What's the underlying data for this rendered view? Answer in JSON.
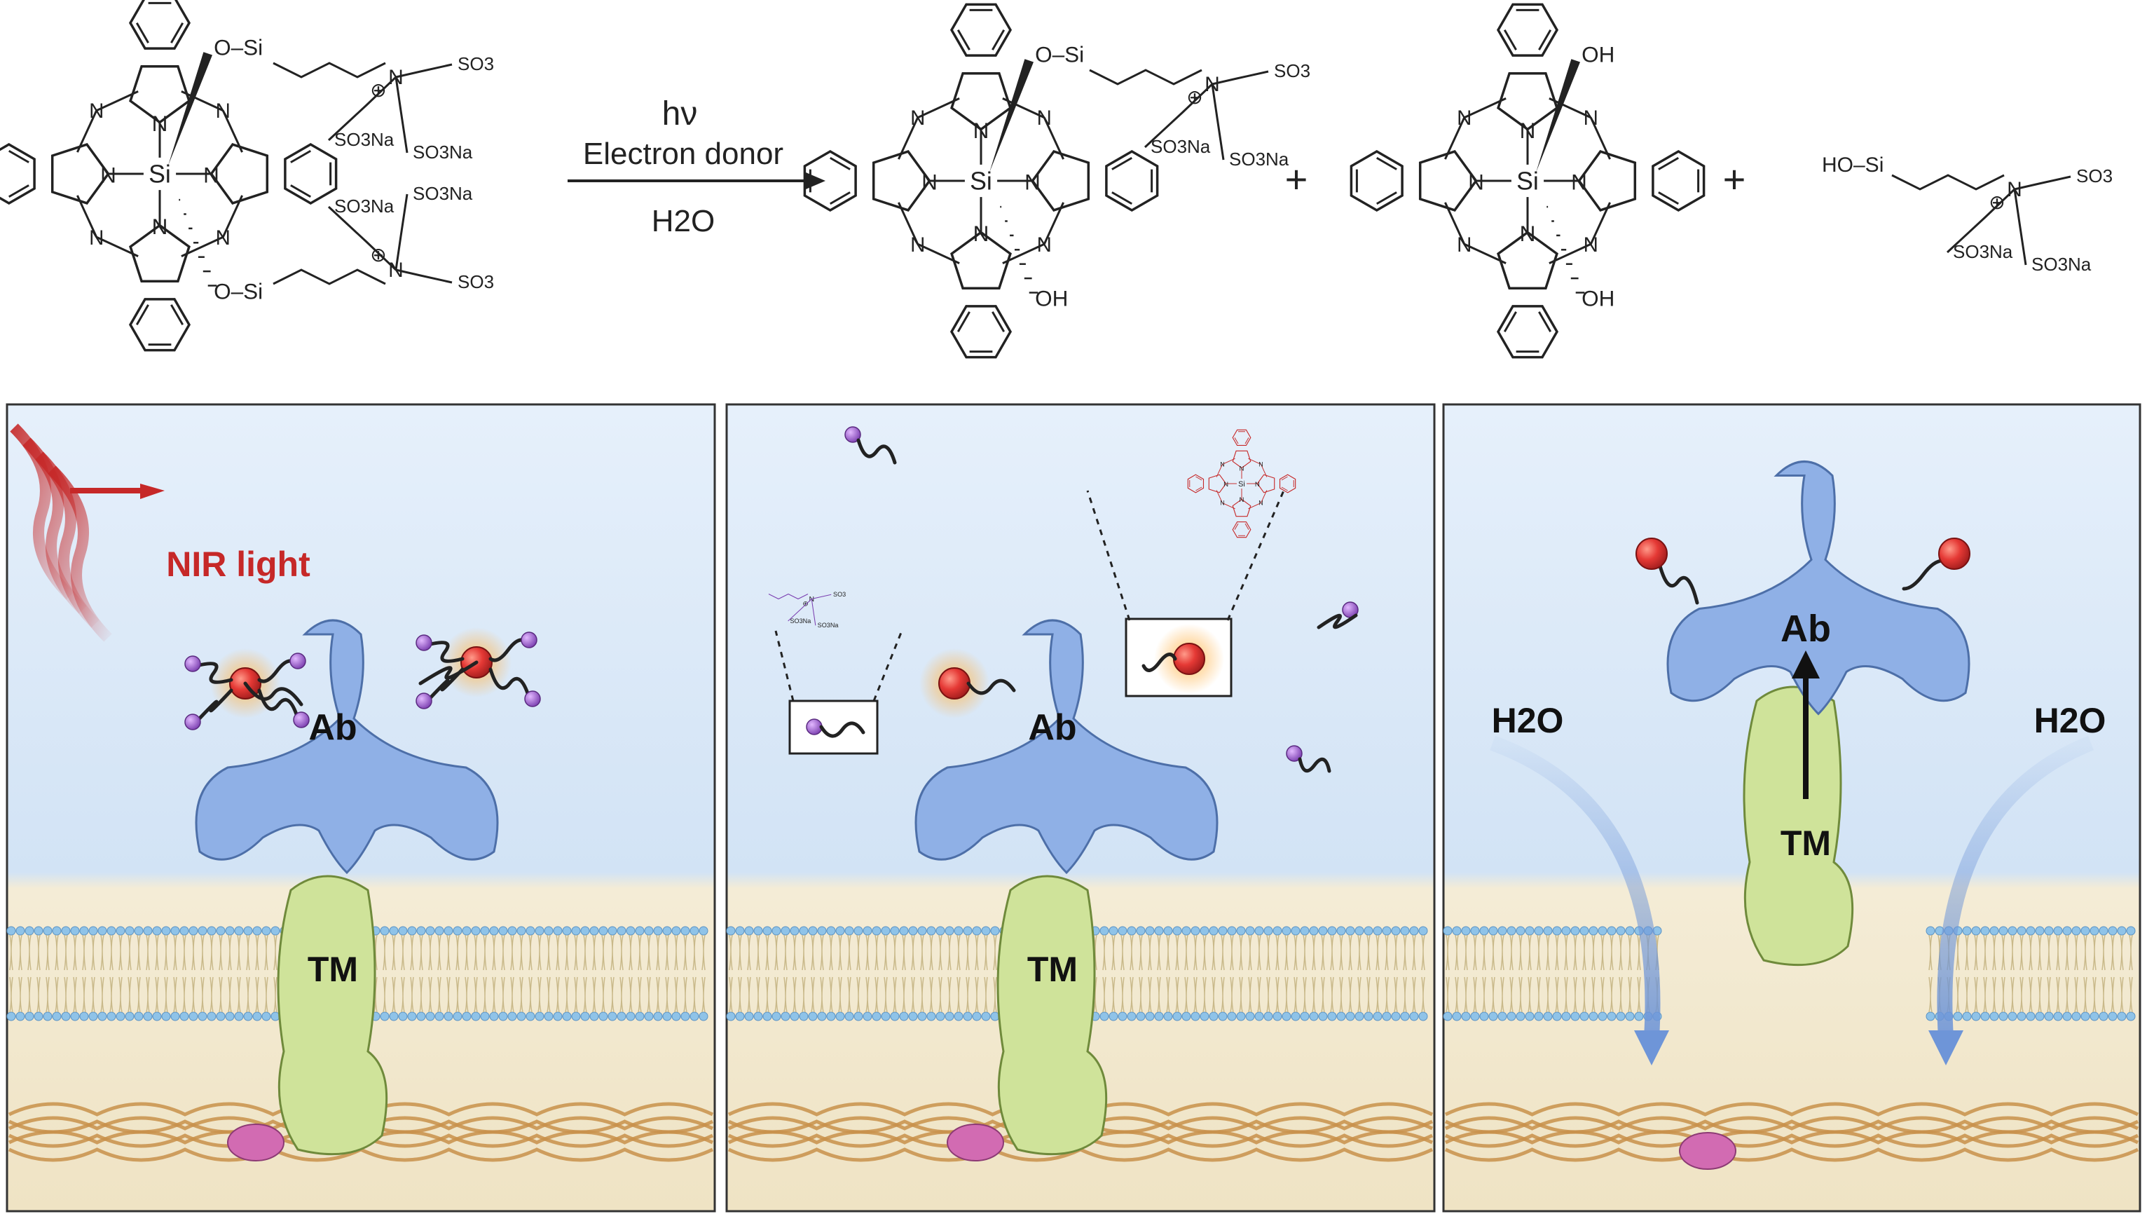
{
  "reaction": {
    "condition_light": "hν",
    "condition_donor": "Electron donor",
    "condition_solvent": "H2O",
    "plus_1": "+",
    "plus_2": "+",
    "atoms": {
      "si": "Si",
      "n": "N",
      "o_si": "O–Si",
      "oh": "OH",
      "ho_si": "HO–Si",
      "so3na": "SO3Na",
      "so3": "SO3",
      "plus_charge": "⊕",
      "minus_charge": "⊖"
    }
  },
  "panels": [
    {
      "id": "panel-1",
      "labels": {
        "light": "NIR light",
        "antibody": "Ab",
        "membrane_protein": "TM"
      }
    },
    {
      "id": "panel-2",
      "labels": {
        "antibody": "Ab",
        "membrane_protein": "TM"
      }
    },
    {
      "id": "panel-3",
      "labels": {
        "antibody": "Ab",
        "membrane_protein": "TM",
        "water_left": "H2O",
        "water_right": "H2O"
      }
    }
  ],
  "colors": {
    "antibody": "#8fb0e6",
    "antibody_edge": "#4d6fa8",
    "membrane_protein": "#cfe39a",
    "membrane_protein_edge": "#6f8a3b",
    "dye": "#e53935",
    "ligand": "#9b59c9",
    "nir_light": "#c62828",
    "water_arrow": "#6e95d8",
    "cytoskeleton": "#c8904a",
    "anchor": "#d26bb2",
    "extracellular": "#dce9f7",
    "cytoplasm": "#f3e9cf",
    "lipid_head": "#8fc3e8"
  }
}
